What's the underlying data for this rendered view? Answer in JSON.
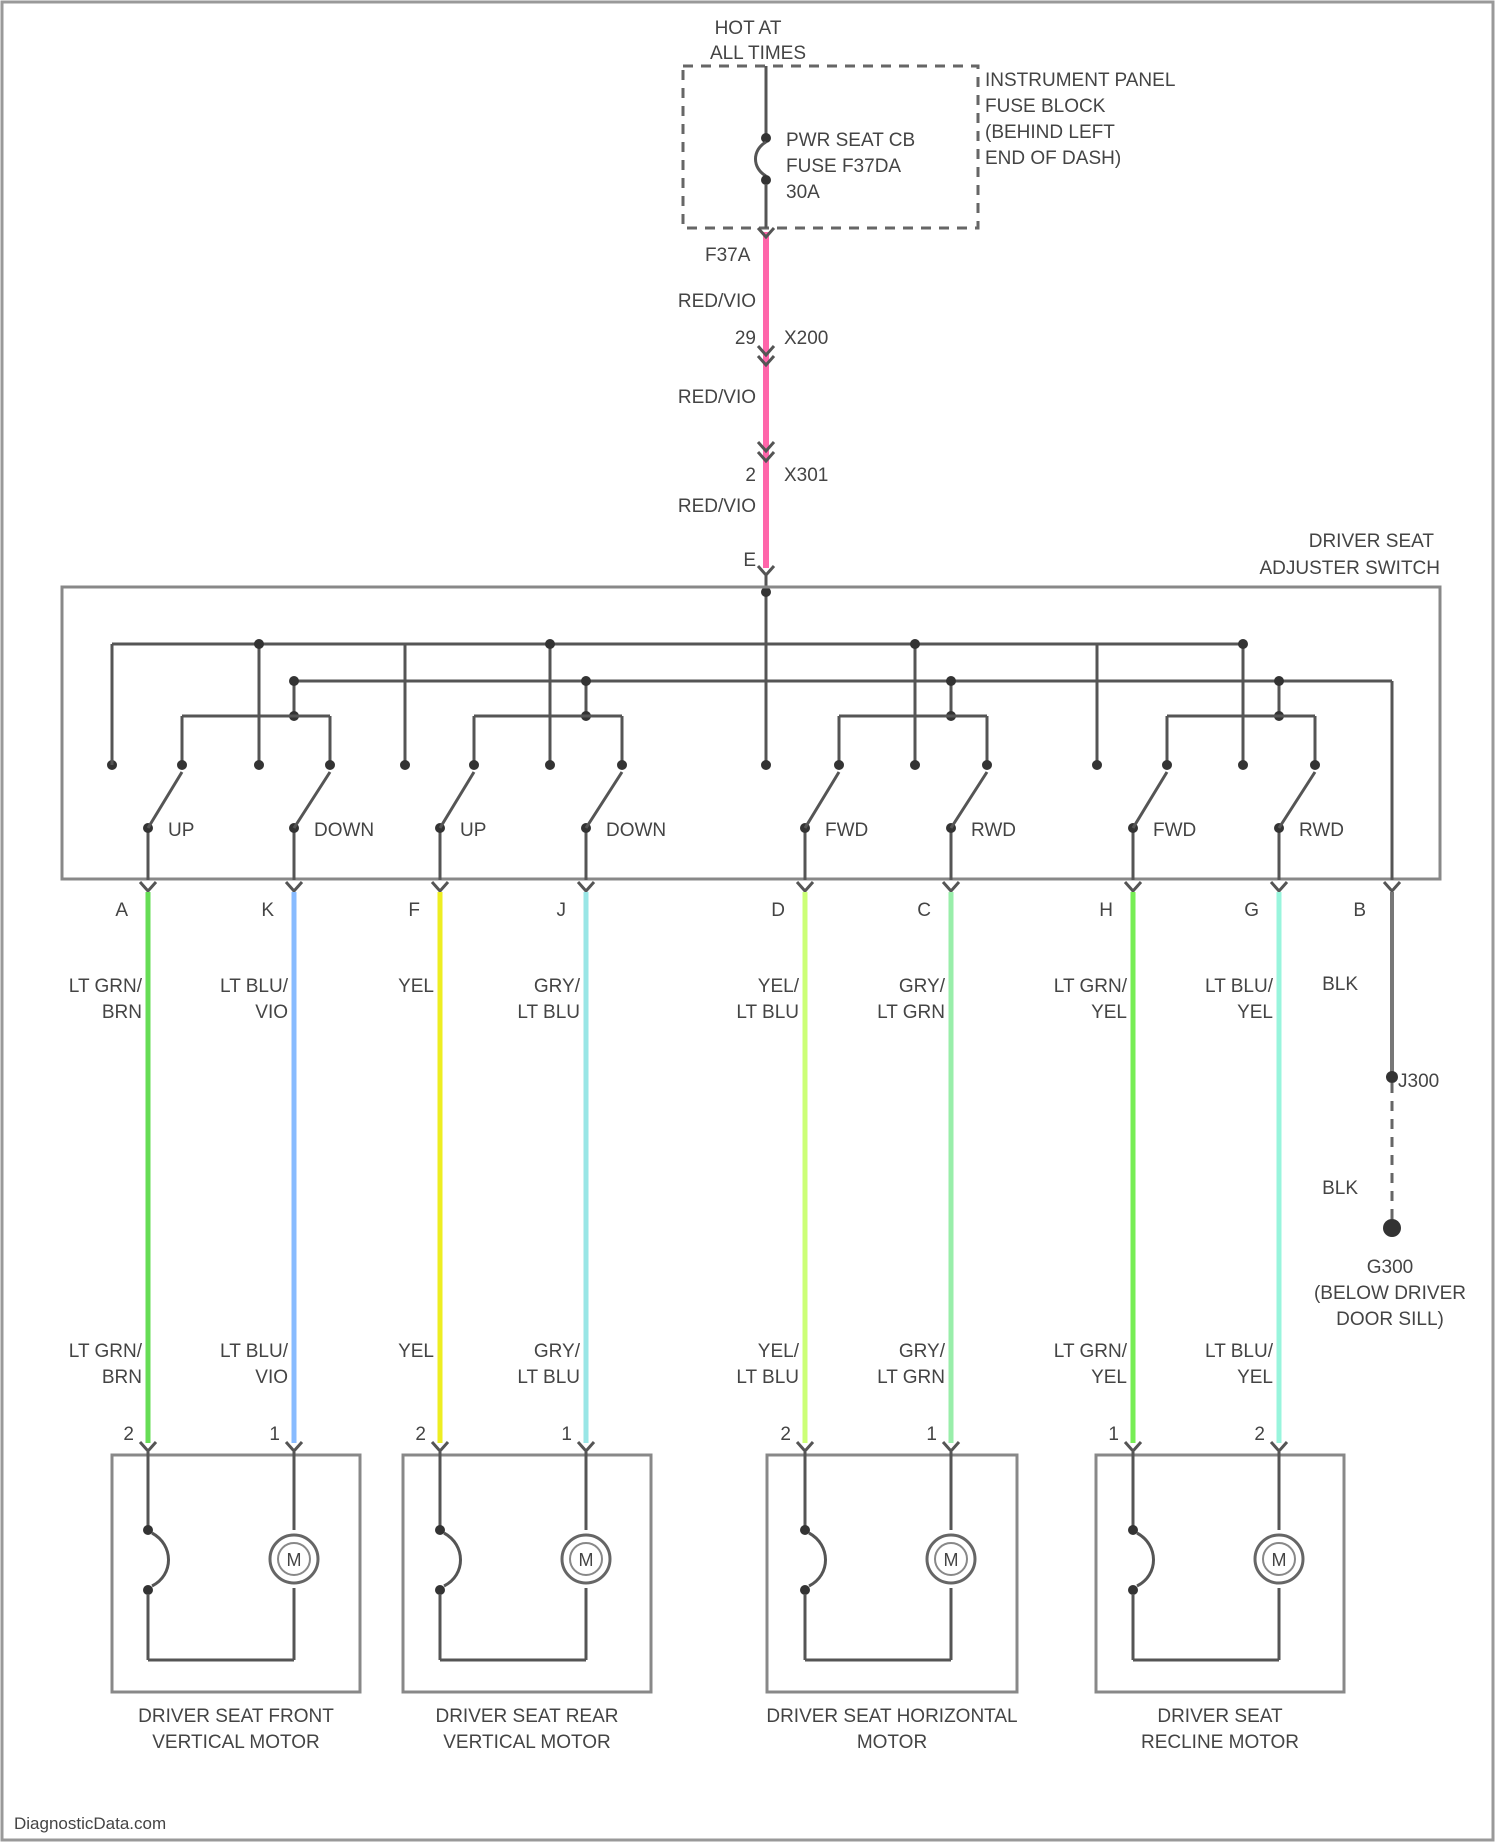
{
  "fuse_block": {
    "hot_label_1": "HOT AT",
    "hot_label_2": "ALL TIMES",
    "fuse_label_1": "PWR SEAT CB",
    "fuse_label_2": "FUSE F37DA",
    "fuse_label_3": "30A",
    "block_label_1": "INSTRUMENT PANEL",
    "block_label_2": "FUSE BLOCK",
    "block_label_3": "(BEHIND LEFT",
    "block_label_4": "END OF DASH)",
    "fuse_pin": "F37A"
  },
  "feed": {
    "wire_color_name": "RED/VIO",
    "connector1_pin": "29",
    "connector1_name": "X200",
    "connector2_pin": "2",
    "connector2_name": "X301",
    "switch_pin": "E",
    "wire_hex": "#ff66aa"
  },
  "switch": {
    "label_1": "DRIVER SEAT",
    "label_2": "ADJUSTER SWITCH",
    "contacts": [
      "UP",
      "DOWN",
      "UP",
      "DOWN",
      "FWD",
      "RWD",
      "FWD",
      "RWD"
    ]
  },
  "circuits": [
    {
      "pin": "A",
      "color_1": "LT GRN/",
      "color_2": "BRN",
      "hex": "#66dd55",
      "motor_pin": "2"
    },
    {
      "pin": "K",
      "color_1": "LT BLU/",
      "color_2": "VIO",
      "hex": "#88bbff",
      "motor_pin": "1"
    },
    {
      "pin": "F",
      "color_1": "YEL",
      "color_2": "",
      "hex": "#eeee22",
      "motor_pin": "2"
    },
    {
      "pin": "J",
      "color_1": "GRY/",
      "color_2": "LT BLU",
      "hex": "#99e6e6",
      "motor_pin": "1"
    },
    {
      "pin": "D",
      "color_1": "YEL/",
      "color_2": "LT BLU",
      "hex": "#ccff77",
      "motor_pin": "2"
    },
    {
      "pin": "C",
      "color_1": "GRY/",
      "color_2": "LT GRN",
      "hex": "#99eeaa",
      "motor_pin": "1"
    },
    {
      "pin": "H",
      "color_1": "LT GRN/",
      "color_2": "YEL",
      "hex": "#77ee55",
      "motor_pin": "1"
    },
    {
      "pin": "G",
      "color_1": "LT BLU/",
      "color_2": "YEL",
      "hex": "#99f5dd",
      "motor_pin": "2"
    }
  ],
  "ground": {
    "pin": "B",
    "wire_color_name": "BLK",
    "splice_name": "J300",
    "ground_name": "G300",
    "location_1": "(BELOW DRIVER",
    "location_2": "DOOR SILL)",
    "wire_hex": "#777777"
  },
  "motors": [
    {
      "name_1": "DRIVER SEAT FRONT",
      "name_2": "VERTICAL MOTOR",
      "symbol": "M"
    },
    {
      "name_1": "DRIVER SEAT REAR",
      "name_2": "VERTICAL MOTOR",
      "symbol": "M"
    },
    {
      "name_1": "DRIVER SEAT HORIZONTAL",
      "name_2": "MOTOR",
      "symbol": "M"
    },
    {
      "name_1": "DRIVER SEAT",
      "name_2": "RECLINE MOTOR",
      "symbol": "M"
    }
  ],
  "footer": {
    "watermark": "DiagnosticData.com"
  }
}
